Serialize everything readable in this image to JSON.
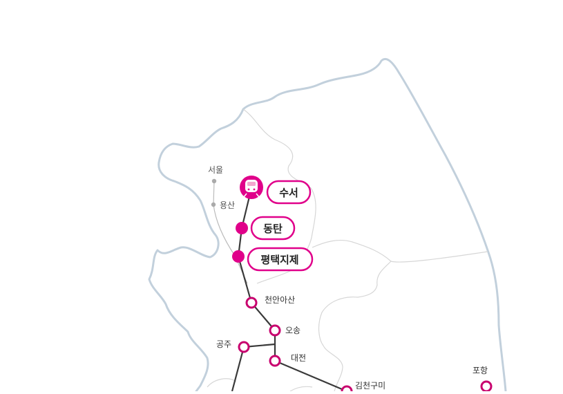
{
  "colors": {
    "brand": "#e0008a",
    "track": "#3a3a3a",
    "border": "#c2d0dc",
    "inner_border": "#d6d6d6",
    "minor_line": "#bbbbbb"
  },
  "highlight_stations": [
    {
      "id": "suseo",
      "name": "수서",
      "icon": "train-icon"
    },
    {
      "id": "dongtan",
      "name": "동탄"
    },
    {
      "id": "pyeongtaek",
      "name": "평택지제"
    }
  ],
  "stations": [
    {
      "id": "cheonan",
      "name": "천안아산"
    },
    {
      "id": "osong",
      "name": "오송"
    },
    {
      "id": "gongju",
      "name": "공주"
    },
    {
      "id": "daejeon",
      "name": "대전"
    },
    {
      "id": "gimcheon",
      "name": "김천구미"
    },
    {
      "id": "pohang",
      "name": "포항"
    }
  ],
  "minor_stations": [
    {
      "id": "seoul",
      "name": "서울"
    },
    {
      "id": "yongsan",
      "name": "용산"
    }
  ]
}
